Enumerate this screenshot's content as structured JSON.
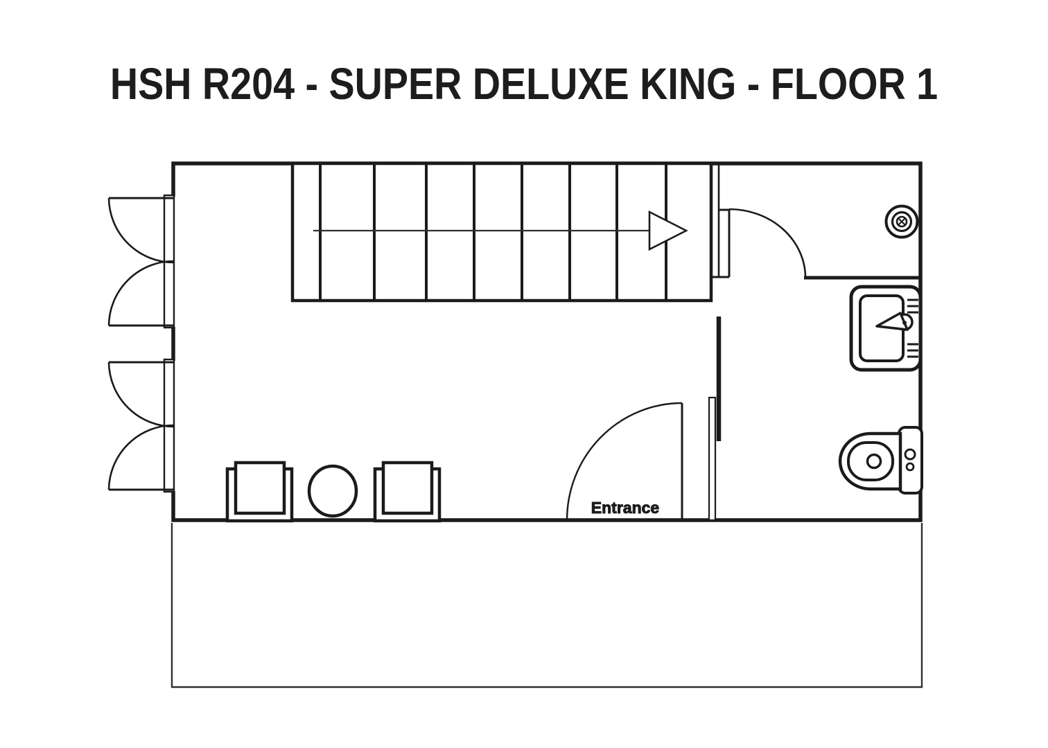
{
  "title": "HSH R204 - SUPER DELUXE KING - FLOOR 1",
  "floorplan": {
    "entrance_label": "Entrance",
    "fixtures": [
      "staircase",
      "stair-direction-arrow",
      "double-entry-doors-upper",
      "double-entry-doors-lower",
      "entrance-door",
      "bathroom-door",
      "shower-head",
      "bathroom-sink",
      "toilet",
      "armchair-left",
      "round-table",
      "armchair-right",
      "lower-level-outline"
    ]
  },
  "colors": {
    "background": "#ffffff",
    "wall_line": "#1b1b1b",
    "thin_line": "#303030",
    "text": "#1d1d1d"
  }
}
